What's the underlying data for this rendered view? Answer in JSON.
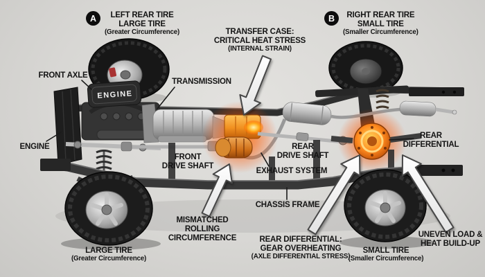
{
  "badges": {
    "a": "A",
    "b": "B"
  },
  "labels": {
    "left_rear_tire": {
      "line1": "LEFT REAR TIRE",
      "line2": "LARGE TIRE",
      "line3": "(Greater Circumference)"
    },
    "right_rear_tire": {
      "line1": "RIGHT REAR TIRE",
      "line2": "SMALL TIRE",
      "line3": "(Smaller Circumference)"
    },
    "transfer_case": {
      "line1": "TRANSFER CASE:",
      "line2": "CRITICAL HEAT STRESS",
      "line3": "(INTERNAL STRAIN)"
    },
    "front_axle": {
      "text": "FRONT AXLE"
    },
    "engine_cover": {
      "text": "ENGINE"
    },
    "engine": {
      "text": "ENGINE"
    },
    "transmission": {
      "text": "TRANSMISSION"
    },
    "front_drive_shaft": {
      "line1": "FRONT",
      "line2": "DRIVE SHAFT"
    },
    "rear_drive_shaft": {
      "line1": "REAR",
      "line2": "DRIVE SHAFT"
    },
    "exhaust_system": {
      "text": "EXHAUST SYSTEM"
    },
    "chassis_frame": {
      "text": "CHASSIS FRAME"
    },
    "rear_differential": {
      "line1": "REAR",
      "line2": "DIFFERENTIAL"
    },
    "mismatched_rolling": {
      "line1": "MISMATCHED",
      "line2": "ROLLING",
      "line3": "CIRCUMFERENCE"
    },
    "rear_diff_overheating": {
      "line1": "REAR DIFFERENTIAL:",
      "line2": "GEAR OVERHEATING",
      "line3": "(AXLE DIFFERENTIAL STRESS)"
    },
    "small_tire": {
      "line1": "SMALL TIRE",
      "line2": "(Smaller Circumference)"
    },
    "uneven_load": {
      "line1": "UNEVEN LOAD &",
      "line2": "HEAT BUILD-UP"
    },
    "large_tire": {
      "line1": "LARGE TIRE",
      "line2": "(Greater Circumference)"
    }
  },
  "colors": {
    "label_text": "#141414",
    "badge_bg": "#0d0d0d",
    "badge_text": "#ffffff",
    "heat_glow": "#ff6a00",
    "heat_core": "#ffd75e",
    "arrow_fill": "#ffffff",
    "arrow_outline": "#474747",
    "background": "#d8d7d4"
  }
}
